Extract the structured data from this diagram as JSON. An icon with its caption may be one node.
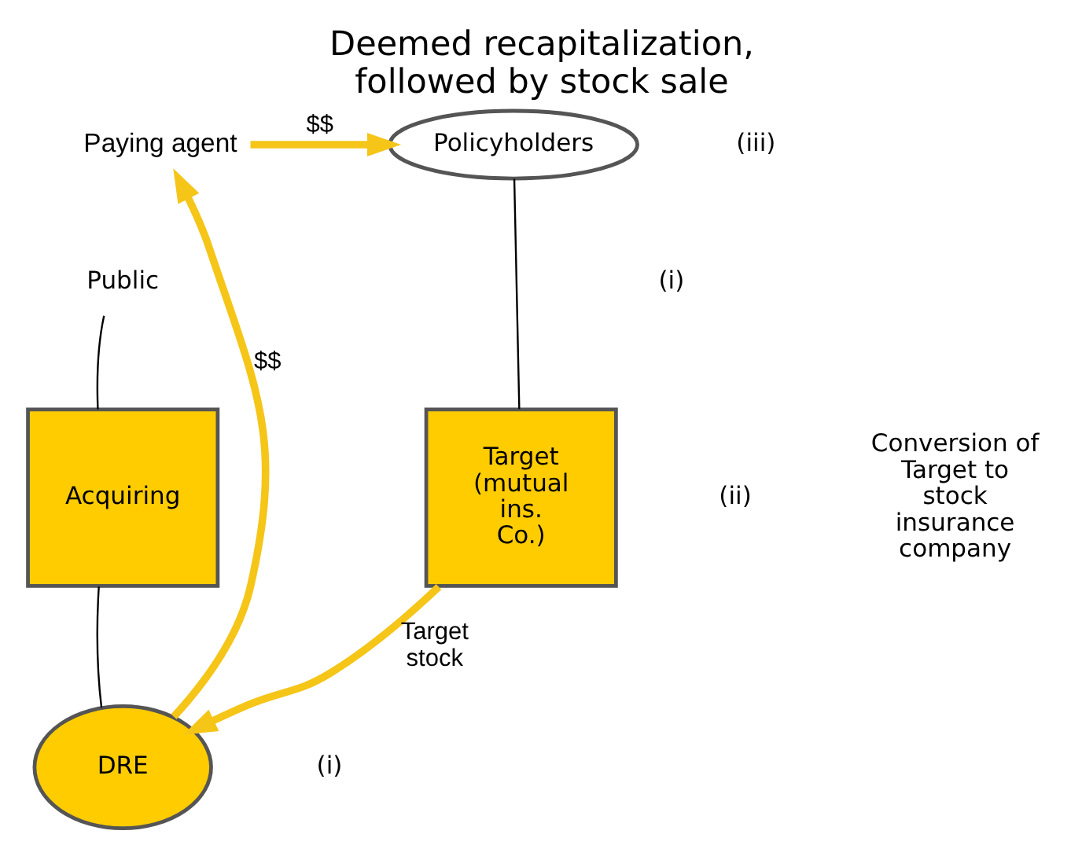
{
  "diagram": {
    "title": "Deemed recapitalization, followed by stock sale",
    "nodes": [
      {
        "text": [
          "Paying agent"
        ]
      },
      {
        "text": [
          "Policyholders"
        ]
      },
      {
        "text": [
          "Public"
        ]
      },
      {
        "text": [
          "Acquiring"
        ]
      },
      {
        "text": [
          "Target (mutual ins. Co.)"
        ]
      },
      {
        "text": [
          "DRE"
        ]
      }
    ],
    "edges": [
      {
        "from": 0,
        "to": 1,
        "arrow": "to",
        "label": "$$",
        "color": "#f5c518",
        "style": "thick"
      },
      {
        "from": 2,
        "to": 3,
        "arrow": "none",
        "color": "#000000"
      },
      {
        "from": 1,
        "to": 4,
        "arrow": "none",
        "color": "#000000"
      },
      {
        "from": 3,
        "to": 5,
        "arrow": "none",
        "color": "#000000"
      },
      {
        "from": 4,
        "to": 5,
        "arrow": "to",
        "label": "Target stock",
        "color": "#f5c518",
        "style": "thick"
      },
      {
        "from": 5,
        "to": 0,
        "arrow": "to",
        "label": "$$",
        "color": "#f5c518",
        "style": "thick"
      }
    ],
    "labels": [
      "(iii)",
      "(ii)",
      "(i)",
      "Conversion of Target to stock insurance company",
      "(i)"
    ]
  }
}
